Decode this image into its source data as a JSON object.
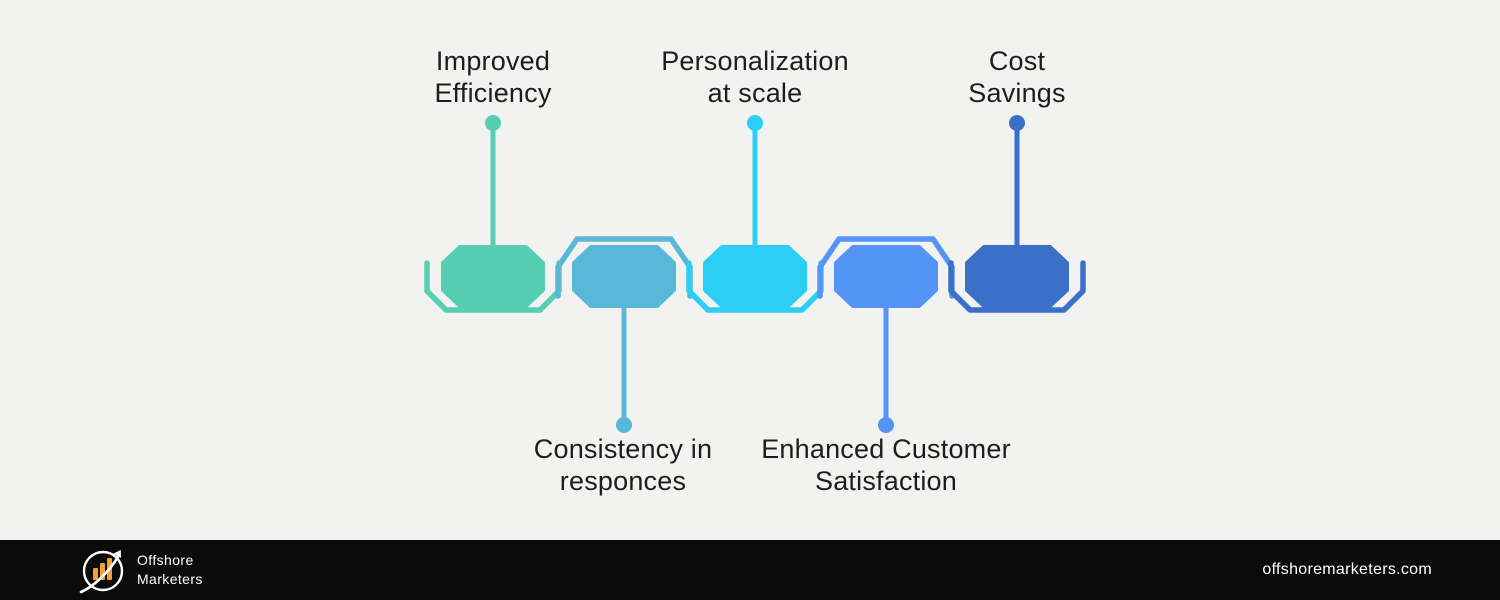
{
  "page": {
    "background": "#f2f2f0",
    "text_color": "#1d1d1d"
  },
  "diagram": {
    "items": [
      {
        "label": "Improved Efficiency",
        "label_lines": [
          "Improved",
          "Efficiency"
        ],
        "label_position": "top",
        "color": "#56CEB2"
      },
      {
        "label": "Consistency in responces",
        "label_lines": [
          "Consistency in",
          "responces"
        ],
        "label_position": "bottom",
        "color": "#59B7D7"
      },
      {
        "label": "Personalization at scale",
        "label_lines": [
          "Personalization",
          "at scale"
        ],
        "label_position": "top",
        "color": "#2BCFF6"
      },
      {
        "label": "Enhanced Customer Satisfaction",
        "label_lines": [
          "Enhanced Customer",
          "Satisfaction"
        ],
        "label_position": "bottom",
        "color": "#5494F4"
      },
      {
        "label": "Cost Savings",
        "label_lines": [
          "Cost",
          "Savings"
        ],
        "label_position": "top",
        "color": "#3A70C8"
      }
    ]
  },
  "footer": {
    "background": "#0b0b0b",
    "brand_line1": "Offshore",
    "brand_line2": "Marketers",
    "website": "offshoremarketers.com",
    "logo_accent": "#F0A430",
    "text_color": "#ffffff"
  }
}
